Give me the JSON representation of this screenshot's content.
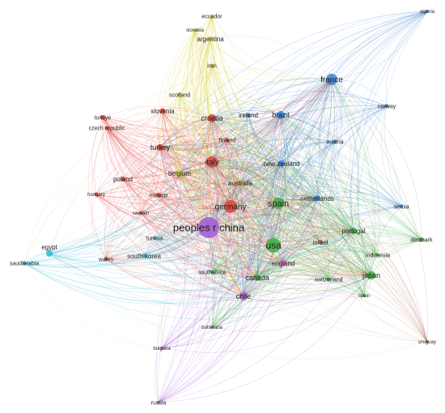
{
  "palette": {
    "red": "#e2403a",
    "green": "#3fae3f",
    "blue": "#3b7fd1",
    "yellow": "#d8cf2e",
    "purple": "#a45ad6",
    "cyan": "#2fb7d8",
    "orange": "#e89a2f",
    "brown": "#b5705a",
    "pink": "#e06bb5"
  },
  "nodes": [
    {
      "id": "peoples-r-china",
      "label": "peoples r china",
      "cluster": "purple"
    },
    {
      "id": "usa",
      "label": "usa",
      "cluster": "green"
    },
    {
      "id": "germany",
      "label": "germany",
      "cluster": "red"
    },
    {
      "id": "spain",
      "label": "spain",
      "cluster": "green"
    },
    {
      "id": "italy",
      "label": "italy",
      "cluster": "red"
    },
    {
      "id": "france",
      "label": "france",
      "cluster": "blue"
    },
    {
      "id": "brazil",
      "label": "brazil",
      "cluster": "blue"
    },
    {
      "id": "croatia",
      "label": "croatia",
      "cluster": "red"
    },
    {
      "id": "turkey",
      "label": "turkey",
      "cluster": "red"
    },
    {
      "id": "turkiye",
      "label": "turkiye",
      "cluster": "red"
    },
    {
      "id": "czech-republic",
      "label": "czech republic",
      "cluster": "red"
    },
    {
      "id": "slovenia",
      "label": "slovenia",
      "cluster": "red"
    },
    {
      "id": "scotland",
      "label": "scotland",
      "cluster": "yellow"
    },
    {
      "id": "iran",
      "label": "iran",
      "cluster": "yellow"
    },
    {
      "id": "argentina",
      "label": "argentina",
      "cluster": "yellow"
    },
    {
      "id": "slovakia",
      "label": "slovakia",
      "cluster": "yellow"
    },
    {
      "id": "ecuador",
      "label": "ecuador",
      "cluster": "yellow"
    },
    {
      "id": "algeria",
      "label": "algeria",
      "cluster": "blue"
    },
    {
      "id": "norway",
      "label": "norway",
      "cluster": "blue"
    },
    {
      "id": "austria",
      "label": "austria",
      "cluster": "blue"
    },
    {
      "id": "ireland",
      "label": "ireland",
      "cluster": "blue"
    },
    {
      "id": "finland",
      "label": "finland",
      "cluster": "red"
    },
    {
      "id": "new-zealand",
      "label": "new zealand",
      "cluster": "blue"
    },
    {
      "id": "belgium",
      "label": "belgium",
      "cluster": "yellow"
    },
    {
      "id": "australia",
      "label": "australia",
      "cluster": "orange"
    },
    {
      "id": "poland",
      "label": "poland",
      "cluster": "red"
    },
    {
      "id": "hungary",
      "label": "hungary",
      "cluster": "red"
    },
    {
      "id": "mexico",
      "label": "mexico",
      "cluster": "red"
    },
    {
      "id": "sweden",
      "label": "sweden",
      "cluster": "red"
    },
    {
      "id": "netherlands",
      "label": "netherlands",
      "cluster": "blue"
    },
    {
      "id": "serbia",
      "label": "serbia",
      "cluster": "blue"
    },
    {
      "id": "portugal",
      "label": "portugal",
      "cluster": "green"
    },
    {
      "id": "denmark",
      "label": "denmark",
      "cluster": "green"
    },
    {
      "id": "israel",
      "label": "israel",
      "cluster": "brown"
    },
    {
      "id": "indonesia",
      "label": "indonesia",
      "cluster": "green"
    },
    {
      "id": "japan",
      "label": "japan",
      "cluster": "green"
    },
    {
      "id": "switzerland",
      "label": "switzerland",
      "cluster": "green"
    },
    {
      "id": "spain-2",
      "label": "spain",
      "cluster": "green"
    },
    {
      "id": "england",
      "label": "england",
      "cluster": "pink"
    },
    {
      "id": "canada",
      "label": "canada",
      "cluster": "green"
    },
    {
      "id": "chile",
      "label": "chile",
      "cluster": "purple"
    },
    {
      "id": "south-africa",
      "label": "southafrica",
      "cluster": "green"
    },
    {
      "id": "south-korea",
      "label": "south korea",
      "cluster": "cyan"
    },
    {
      "id": "tunisia",
      "label": "tunisia",
      "cluster": "cyan"
    },
    {
      "id": "wales",
      "label": "wales",
      "cluster": "red"
    },
    {
      "id": "egypt",
      "label": "egypt",
      "cluster": "cyan"
    },
    {
      "id": "saudi-arabia",
      "label": "saudiarabia",
      "cluster": "cyan"
    },
    {
      "id": "botswana",
      "label": "botswana",
      "cluster": "green"
    },
    {
      "id": "bulgaria",
      "label": "bulgaria",
      "cluster": "purple"
    },
    {
      "id": "russia",
      "label": "russia",
      "cluster": "purple"
    },
    {
      "id": "uruguay",
      "label": "uruguay",
      "cluster": "brown"
    }
  ]
}
